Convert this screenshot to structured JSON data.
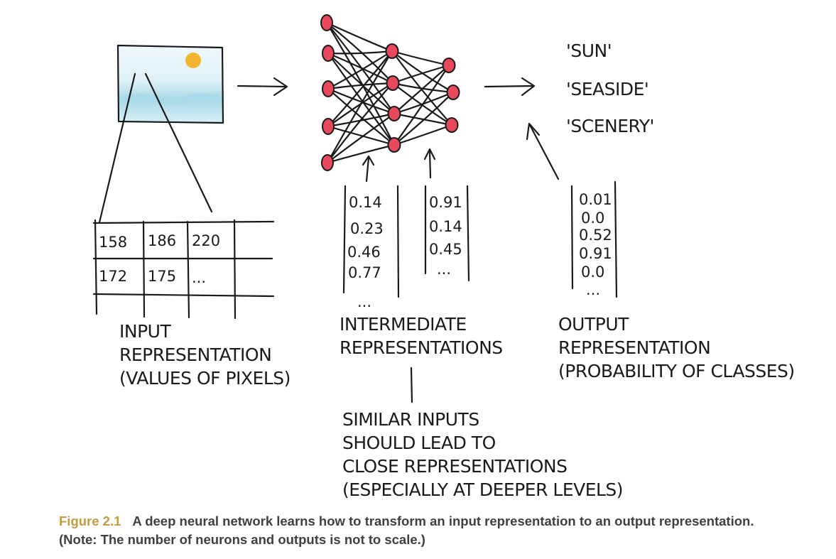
{
  "outputs": [
    "'SUN'",
    "'SEASIDE'",
    "'SCENERY'"
  ],
  "input_table": {
    "row1": [
      "158",
      "186",
      "220"
    ],
    "row2": [
      "172",
      "175",
      "..."
    ]
  },
  "intermediate_vectors": [
    [
      "0.14",
      "0.23",
      "0.46",
      "0.77",
      "..."
    ],
    [
      "0.91",
      "0.14",
      "0.45",
      "..."
    ]
  ],
  "output_vector": [
    "0.01",
    "0.0",
    "0.52",
    "0.91",
    "0.0",
    "..."
  ],
  "labels": {
    "input": [
      "INPUT",
      "REPRESENTATION",
      "(VALUES OF PIXELS)"
    ],
    "intermediate": [
      "INTERMEDIATE",
      "REPRESENTATIONS"
    ],
    "output": [
      "OUTPUT",
      "REPRESENTATION",
      "(PROBABILITY OF CLASSES)"
    ],
    "similar": [
      "SIMILAR INPUTS",
      "SHOULD LEAD TO",
      "CLOSE REPRESENTATIONS",
      "(ESPECIALLY AT DEEPER LEVELS)"
    ]
  },
  "caption": {
    "figure": "Figure 2.1",
    "line1": "A deep neural network learns how to transform an input representation to an output representation.",
    "line2": "(Note: The number of neurons and outputs is not to scale.)"
  },
  "colors": {
    "neuron": "#e8495c",
    "sun": "#f2b431",
    "water": "#9fd4e4",
    "caption_figure": "#c39a45",
    "caption_text": "#404040"
  }
}
